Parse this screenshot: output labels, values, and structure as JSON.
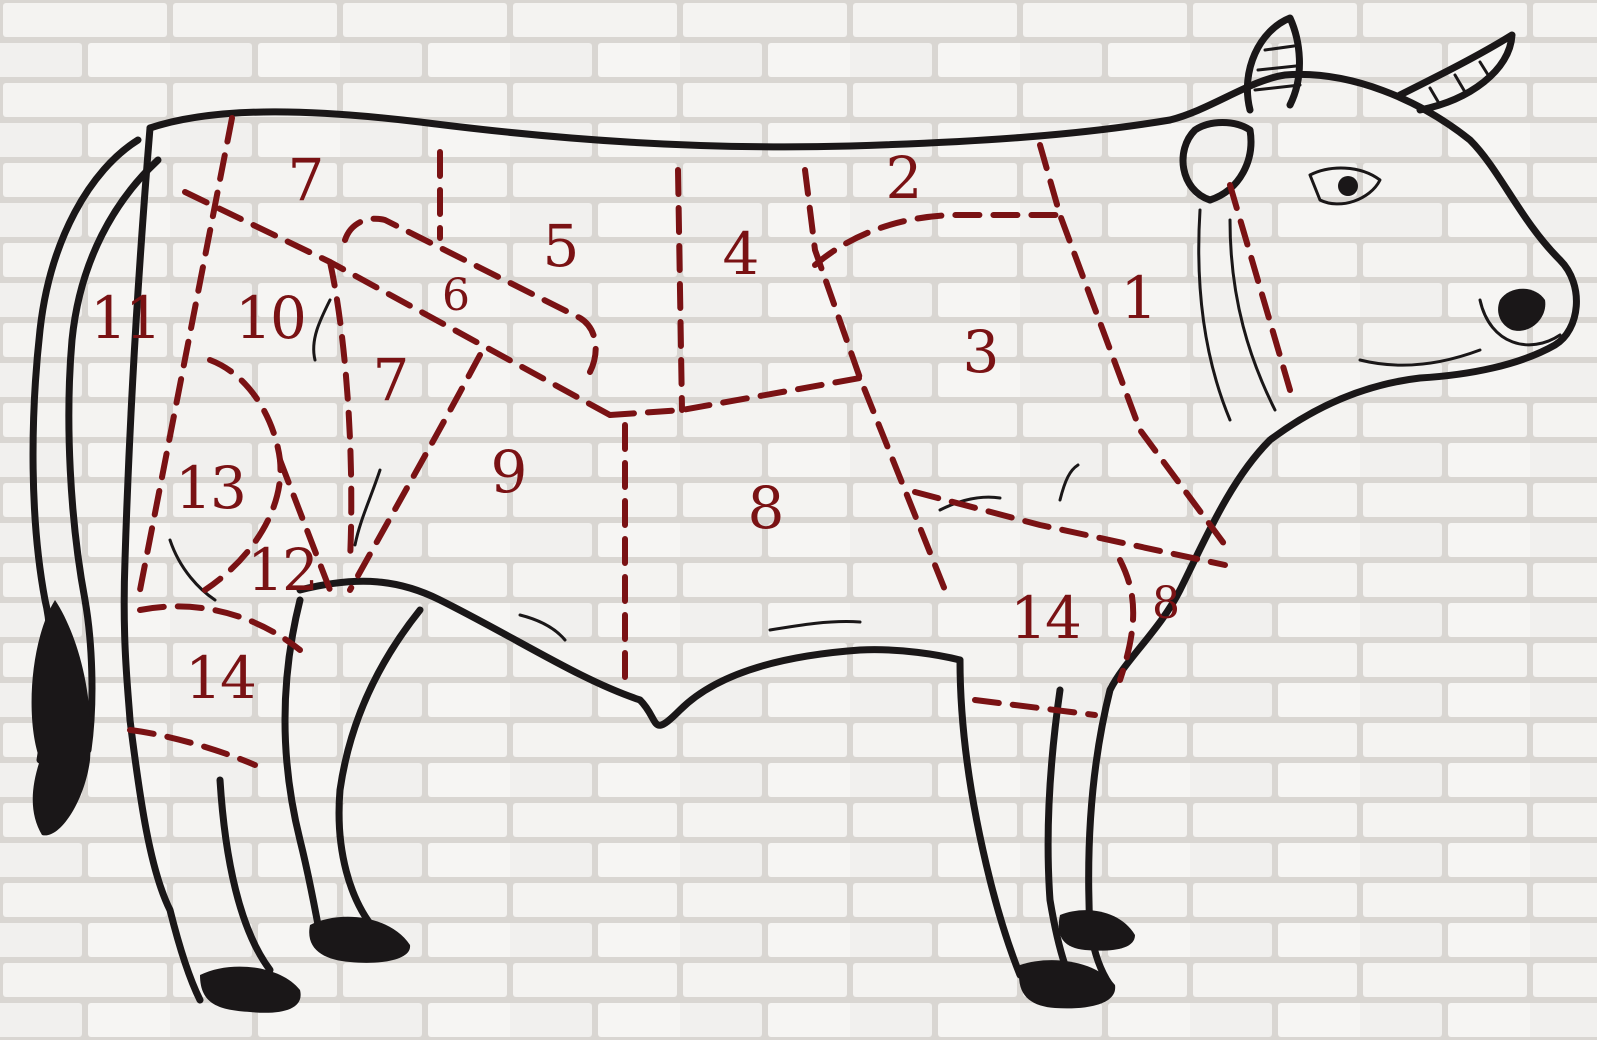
{
  "colors": {
    "cut_lines": "#7a1214",
    "labels": "#7a1214",
    "outline": "#1a1718",
    "brick": "#f4f3f1",
    "mortar": "#d9d6d2"
  },
  "cuts": [
    {
      "id": "neck",
      "label": "1"
    },
    {
      "id": "chuck-top",
      "label": "2"
    },
    {
      "id": "chuck",
      "label": "3"
    },
    {
      "id": "rib",
      "label": "4"
    },
    {
      "id": "loin",
      "label": "5"
    },
    {
      "id": "tenderloin",
      "label": "6"
    },
    {
      "id": "rump-top",
      "label": "7"
    },
    {
      "id": "rump",
      "label": "7"
    },
    {
      "id": "brisket-plate",
      "label": "8"
    },
    {
      "id": "fore-brisket",
      "label": "8"
    },
    {
      "id": "flank",
      "label": "9"
    },
    {
      "id": "round",
      "label": "10"
    },
    {
      "id": "tail",
      "label": "11"
    },
    {
      "id": "hind-thick-flank",
      "label": "12"
    },
    {
      "id": "silverside",
      "label": "13"
    },
    {
      "id": "hind-shank",
      "label": "14"
    },
    {
      "id": "fore-shank",
      "label": "14"
    }
  ]
}
